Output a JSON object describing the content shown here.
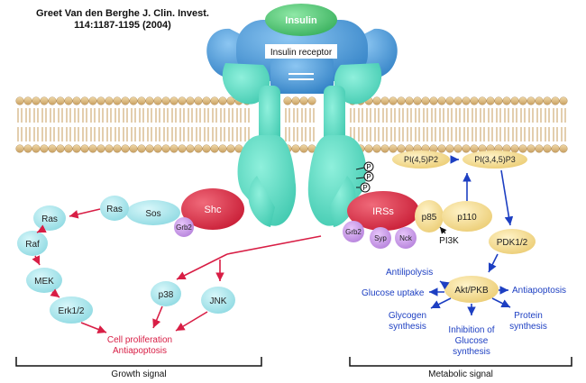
{
  "citation": {
    "line1": "Greet Van den Berghe J. Clin. Invest.",
    "line2": "114:1187-1195 (2004)"
  },
  "receptor": {
    "ligand": "Insulin",
    "label": "Insulin receptor"
  },
  "phospho": [
    "P",
    "P",
    "P"
  ],
  "growth_pathway": {
    "shc": "Shc",
    "sos": "Sos",
    "grb2": "Grb2",
    "ras_active": "Ras",
    "ras": "Ras",
    "raf": "Raf",
    "mek": "MEK",
    "erk": "Erk1/2",
    "p38": "p38",
    "jnk": "JNK",
    "outcome_line1": "Cell proliferation",
    "outcome_line2": "Antiapoptosis",
    "bracket_label": "Growth signal"
  },
  "metabolic_pathway": {
    "irs": "IRSs",
    "grb2": "Grb2",
    "syp": "Syp",
    "nck": "Nck",
    "p85": "p85",
    "p110": "p110",
    "pi3k": "PI3K",
    "pip2": "PI(4,5)P2",
    "pip3": "PI(3,4,5)P3",
    "pdk": "PDK1/2",
    "akt": "Akt/PKB",
    "antilipolysis": "Antilipolysis",
    "glucose_uptake": "Glucose uptake",
    "antiapoptosis": "Antiapoptosis",
    "glycogen_line1": "Glycogen",
    "glycogen_line2": "synthesis",
    "inhibition_line1": "Inhibition of",
    "inhibition_line2": "Glucose",
    "inhibition_line3": "synthesis",
    "protein_line1": "Protein",
    "protein_line2": "synthesis",
    "bracket_label": "Metabolic signal"
  },
  "colors": {
    "insulin": "#3fbf6a",
    "receptor_blue": "#4a9ad8",
    "receptor_teal": "#55d8bf",
    "shc_irs_red": "#d83045",
    "cyan_node": "#9fe1e8",
    "yellow_node": "#f2d98a",
    "purple_node": "#c58fe6",
    "red_arrow": "#d81e45",
    "blue_arrow": "#1d3fc2",
    "membrane_head": "#d9b87a"
  }
}
